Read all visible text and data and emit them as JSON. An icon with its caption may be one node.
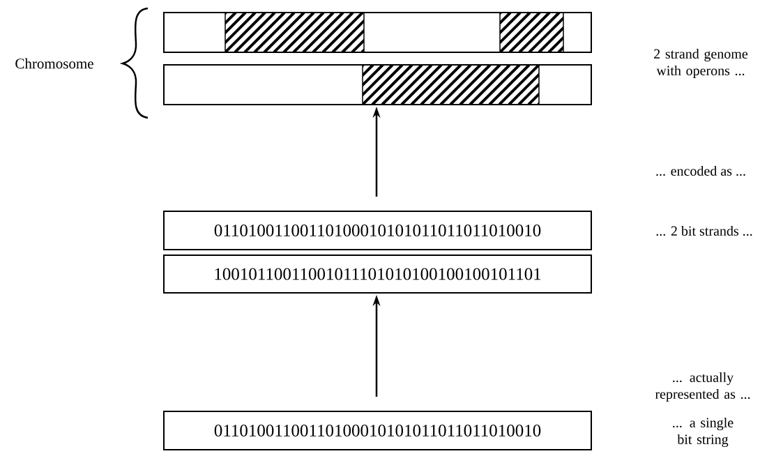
{
  "diagram": {
    "nodes": [
      {
        "text": [],
        "shape": "bar"
      },
      {
        "text": [],
        "shape": "bar"
      },
      {
        "text": [
          "01101001100110100010101011011011010010"
        ]
      },
      {
        "text": [
          "10010110011001011101010100100100101101"
        ]
      },
      {
        "text": [
          "01101001100110100010101011011011010010"
        ]
      }
    ],
    "edges": [
      {
        "from": 2,
        "to": 1,
        "arrow": "to"
      },
      {
        "from": 4,
        "to": 3,
        "arrow": "to"
      }
    ],
    "labels": [
      "Chromosome",
      "2 strand genome with operons ...",
      "... encoded as ...",
      "... 2 bit strands ...",
      "... actually represented as ...",
      "... a single bit string"
    ]
  }
}
